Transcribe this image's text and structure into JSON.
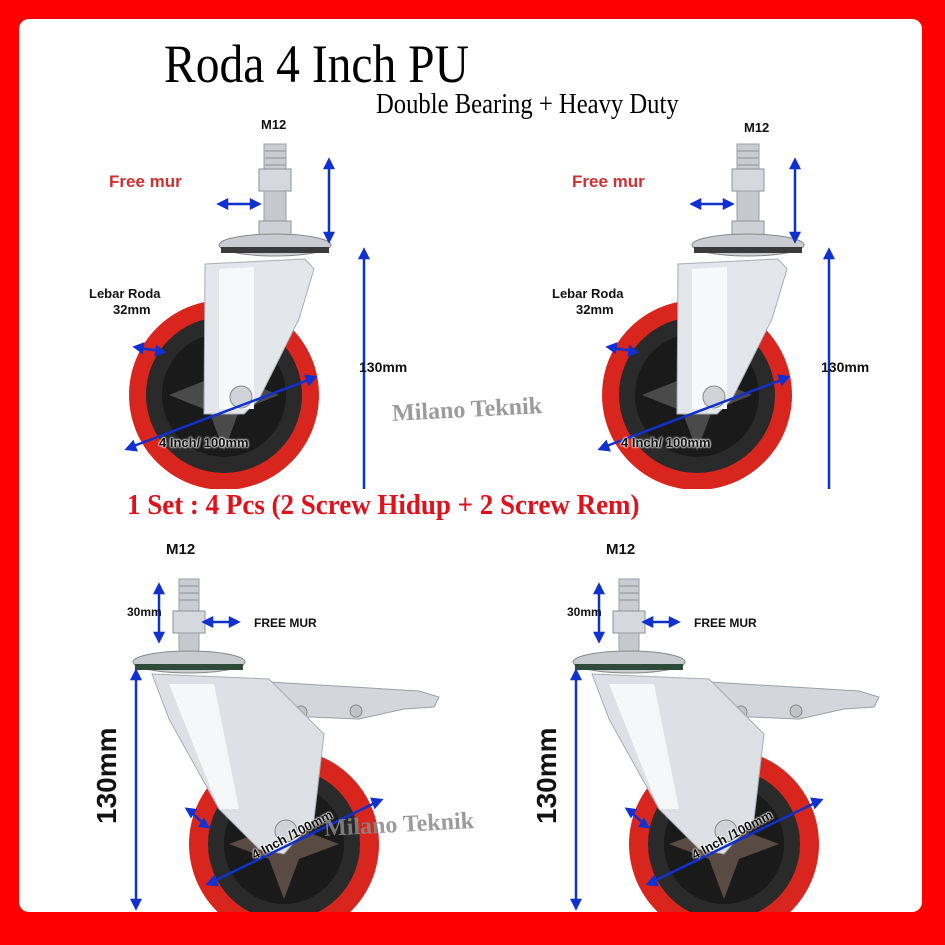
{
  "header": {
    "title": "Roda 4 Inch PU",
    "subtitle": "Double Bearing + Heavy Duty"
  },
  "set_info": "1 Set : 4 Pcs (2 Screw Hidup + 2 Screw Rem)",
  "watermark": "Milano Teknik",
  "colors": {
    "border": "#ff0000",
    "accent_red": "#e0111b",
    "arrow_blue": "#1030d0",
    "wheel_red": "#d8261e",
    "hub_black": "#2a2a2a"
  },
  "casters": [
    {
      "type": "swivel",
      "thread_label": "M12",
      "nut_label": "Free mur",
      "width_label_line1": "Lebar Roda",
      "width_label_line2": "32mm",
      "diameter_label": "4 Inch/ 100mm",
      "height_label": "130mm"
    },
    {
      "type": "swivel",
      "thread_label": "M12",
      "nut_label": "Free mur",
      "width_label_line1": "Lebar Roda",
      "width_label_line2": "32mm",
      "diameter_label": "4 Inch/ 100mm",
      "height_label": "130mm"
    },
    {
      "type": "brake",
      "thread_label": "M12",
      "thread_length_label": "30mm",
      "nut_label": "FREE MUR",
      "diameter_label": "4 Inch /100mm",
      "height_label": "130mm"
    },
    {
      "type": "brake",
      "thread_label": "M12",
      "thread_length_label": "30mm",
      "nut_label": "FREE MUR",
      "diameter_label": "4 Inch /100mm",
      "height_label": "130mm"
    }
  ]
}
